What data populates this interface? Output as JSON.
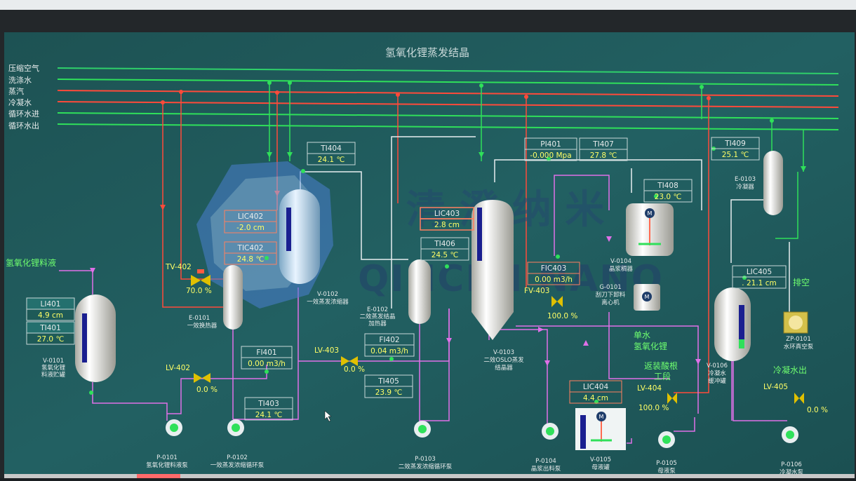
{
  "title": "氢氧化锂蒸发结晶",
  "colors": {
    "bg": "#1f5a5c",
    "air": "#2fd06a",
    "steam": "#ff4a3a",
    "water": "#2fe05a",
    "process": "#e070e8",
    "white": "#e8eef0",
    "value": "#ffff66",
    "label": "#d8e8e8"
  },
  "utility_lines": [
    {
      "label": "压缩空气"
    },
    {
      "label": "洗涤水"
    },
    {
      "label": "蒸汽"
    },
    {
      "label": "冷凝水"
    },
    {
      "label": "循环水进"
    },
    {
      "label": "循环水出"
    }
  ],
  "watermark": {
    "cn": "清 澄 纳 米",
    "en": "QINCEN NANO"
  },
  "streams": {
    "feed": "氢氧化锂料液",
    "vent": "排空",
    "single_water": "单水",
    "lioh": "氢氧化锂",
    "return_ln1": "返装酸根",
    "return_ln2": "工段",
    "cond_out": "冷凝水出"
  },
  "tags": {
    "li401": {
      "name": "LI401",
      "value": "4.9 cm"
    },
    "ti401": {
      "name": "TI401",
      "value": "27.0 ℃"
    },
    "lic402": {
      "name": "LIC402",
      "value": "-2.0 cm"
    },
    "tic402": {
      "name": "TIC402",
      "value": "24.8 ℃"
    },
    "ti404": {
      "name": "TI404",
      "value": "24.1 ℃"
    },
    "fi401": {
      "name": "FI401",
      "value": "0.00 m3/h"
    },
    "ti403": {
      "name": "TI403",
      "value": "24.1 ℃"
    },
    "lic403": {
      "name": "LIC403",
      "value": "2.8 cm"
    },
    "ti406": {
      "name": "TI406",
      "value": "24.5 ℃"
    },
    "fi402": {
      "name": "FI402",
      "value": "0.04 m3/h"
    },
    "ti405": {
      "name": "TI405",
      "value": "23.9 ℃"
    },
    "pi401": {
      "name": "PI401",
      "value": "-0.000 Mpa"
    },
    "ti407": {
      "name": "TI407",
      "value": "27.8 ℃"
    },
    "fic403": {
      "name": "FIC403",
      "value": "0.00 m3/h"
    },
    "ti408": {
      "name": "TI408",
      "value": "23.0 ℃"
    },
    "ti409": {
      "name": "TI409",
      "value": "25.1 ℃"
    },
    "lic405": {
      "name": "LIC405",
      "value": ". 21.1 cm"
    },
    "lic404": {
      "name": "LIC404",
      "value": "4.4 cm"
    }
  },
  "valves": {
    "tv402": {
      "name": "TV-402",
      "value": "70.0 %"
    },
    "lv402": {
      "name": "LV-402",
      "value": "0.0 %"
    },
    "lv403": {
      "name": "LV-403",
      "value": "0.0 %"
    },
    "fv403": {
      "name": "FV-403",
      "value": "100.0 %"
    },
    "lv404": {
      "name": "LV-404",
      "value": "100.0 %"
    },
    "lv405": {
      "name": "LV-405",
      "value": "0.0 %"
    }
  },
  "equipment": {
    "v0101": {
      "tag": "V-0101",
      "name1": "氢氧化锂",
      "name2": "料液贮罐"
    },
    "e0101": {
      "tag": "E-0101",
      "name1": "一效换热器"
    },
    "v0102": {
      "tag": "V-0102",
      "name1": "一效蒸发浓缩器"
    },
    "e0102": {
      "tag": "E-0102",
      "name1": "二效蒸发结晶",
      "name2": "加热器"
    },
    "v0103": {
      "tag": "V-0103",
      "name1": "二效OSLO蒸发",
      "name2": "结晶器"
    },
    "v0104": {
      "tag": "V-0104",
      "name1": "晶浆稠器"
    },
    "g0101": {
      "tag": "G-0101",
      "name1": "刮刀下卸料",
      "name2": "离心机"
    },
    "e0103": {
      "tag": "E-0103",
      "name1": "冷凝器"
    },
    "v0106": {
      "tag": "V-0106",
      "name1": "冷凝水",
      "name2": "缓冲罐"
    },
    "zp0101": {
      "tag": "ZP-0101",
      "name1": "水环真空泵"
    },
    "v0105": {
      "tag": "V-0105",
      "name1": "母液罐"
    },
    "p0101": {
      "tag": "P-0101",
      "name1": "氢氧化锂料液泵"
    },
    "p0102": {
      "tag": "P-0102",
      "name1": "一效蒸发浓缩循环泵"
    },
    "p0103": {
      "tag": "P-0103",
      "name1": "二效蒸发浓缩循环泵"
    },
    "p0104": {
      "tag": "P-0104",
      "name1": "晶浆出料泵"
    },
    "p0105": {
      "tag": "P-0105",
      "name1": "母液泵"
    },
    "p0106": {
      "tag": "P-0106",
      "name1": "冷凝水泵"
    }
  }
}
